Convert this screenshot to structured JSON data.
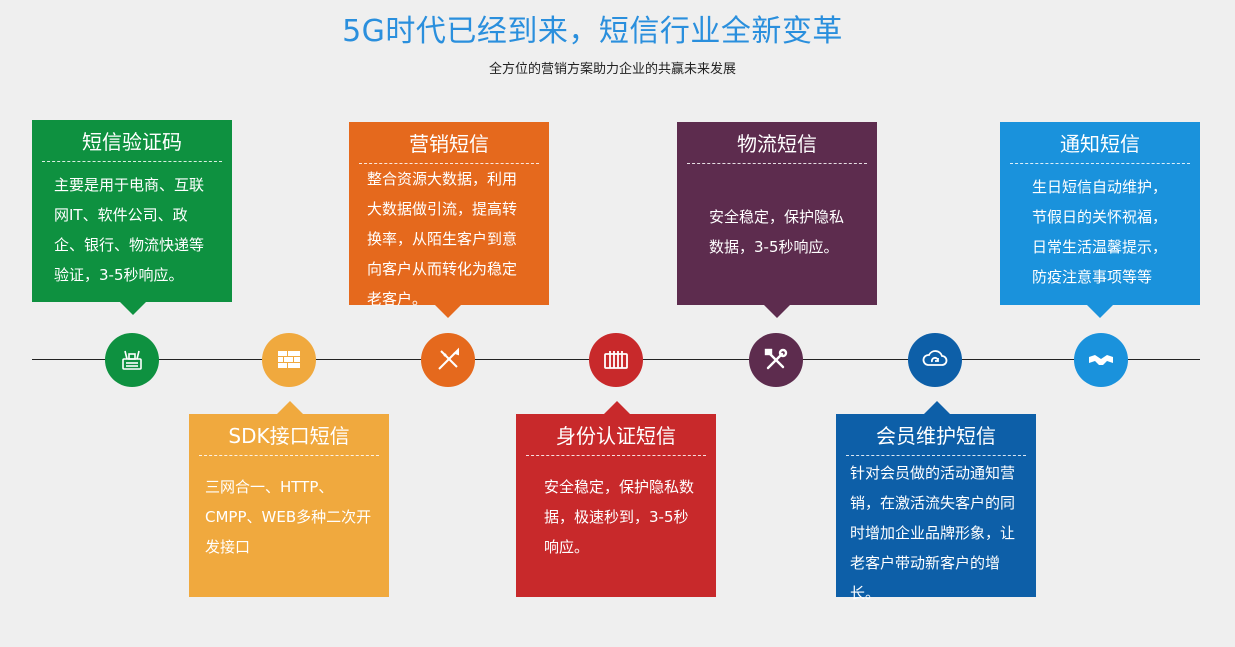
{
  "header": {
    "title": "5G时代已经到来，短信行业全新变革",
    "subtitle": "全方位的营销方案助力企业的共赢未来发展"
  },
  "cards": [
    {
      "title": "短信验证码",
      "body": "主要是用于电商、互联网IT、软件公司、政企、银行、物流快递等验证，3-5秒响应。",
      "color": "#0e9140"
    },
    {
      "title": "SDK接口短信",
      "body": "三网合一、HTTP、CMPP、WEB多种二次开发接口",
      "color": "#f0a93e"
    },
    {
      "title": "营销短信",
      "body": "整合资源大数据，利用大数据做引流，提高转换率，从陌生客户到意向客户从而转化为稳定老客户。",
      "color": "#e5691d"
    },
    {
      "title": "身份认证短信",
      "body": "安全稳定，保护隐私数据，极速秒到，3-5秒响应。",
      "color": "#c8292b"
    },
    {
      "title": "物流短信",
      "body": "安全稳定，保护隐私数据，3-5秒响应。",
      "color": "#5d2c4e"
    },
    {
      "title": "会员维护短信",
      "body": "针对会员做的活动通知营销，在激活流失客户的同时增加企业品牌形象，让老客户带动新客户的增长。",
      "color": "#0d5fa8"
    },
    {
      "title": "通知短信",
      "body": "生日短信自动维护，节假日的关怀祝福，日常生活温馨提示，防疫注意事项等等",
      "color": "#1a92dc"
    }
  ],
  "icons": [
    "router-icon",
    "brick-wall-icon",
    "pencil-ruler-icon",
    "filters-icon",
    "tools-icon",
    "cloud-sync-icon",
    "handshake-icon"
  ]
}
